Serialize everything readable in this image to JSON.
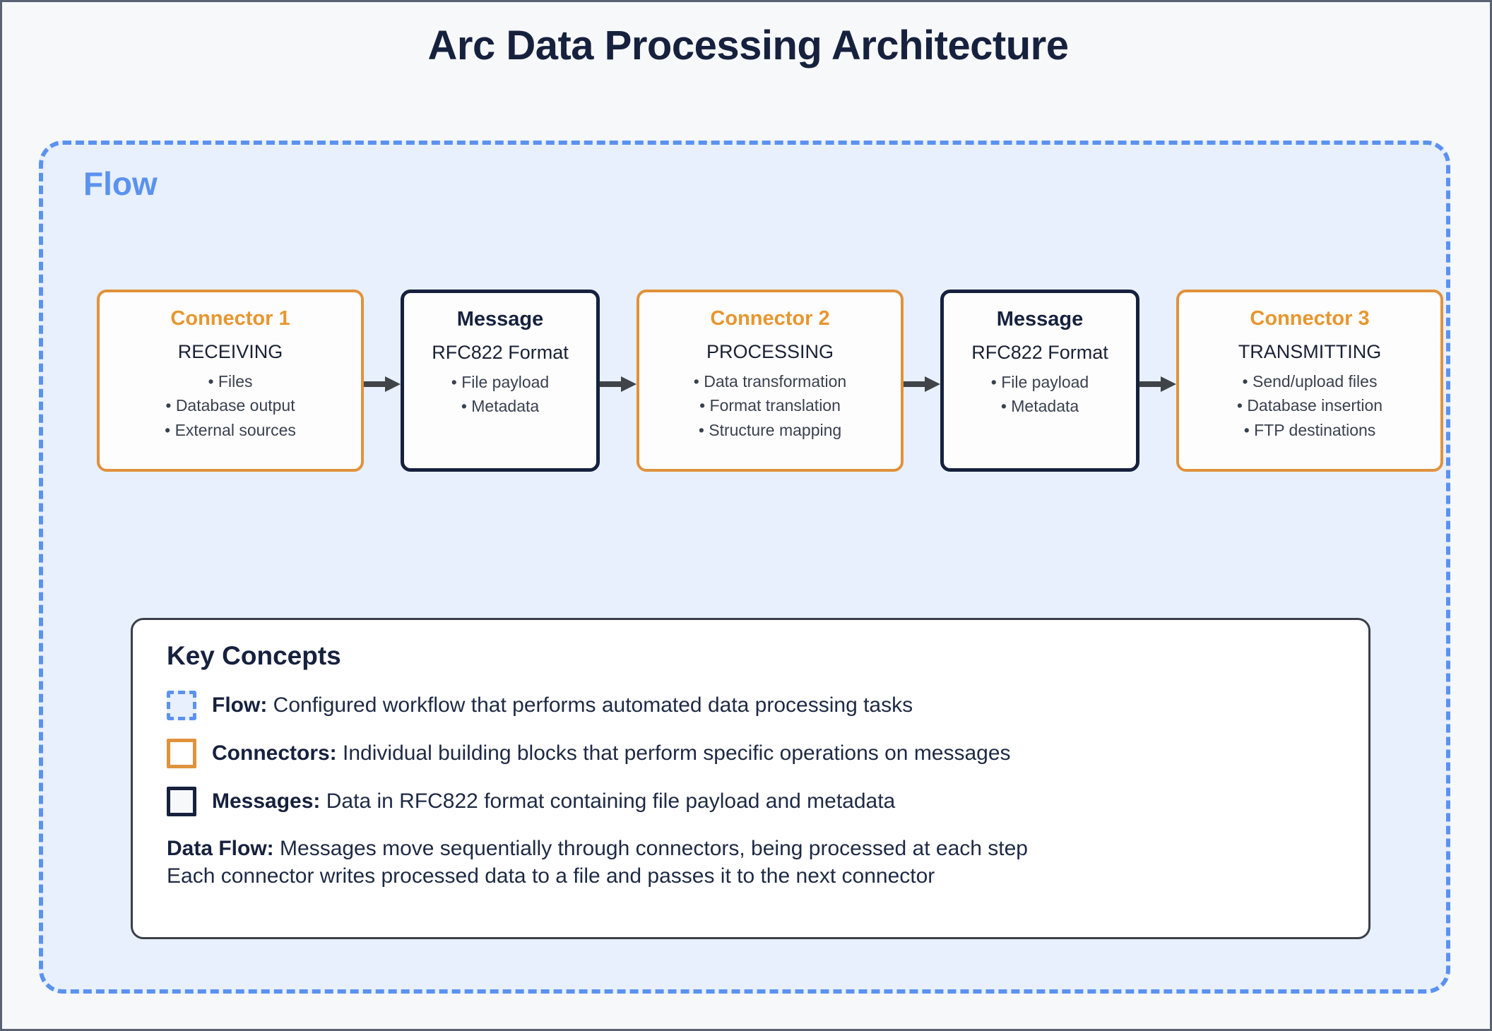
{
  "page": {
    "title": "Arc Data Processing Architecture",
    "background_color": "#f7f8fa",
    "border_color": "#5a6374",
    "title_color": "#16213e"
  },
  "flow": {
    "label": "Flow",
    "fill_color": "#e8f0fd",
    "border_color": "#5b92f0",
    "label_color": "#5b92f0"
  },
  "colors": {
    "connector_border": "#e0923c",
    "connector_title": "#e8962f",
    "message_border": "#16213e",
    "message_title": "#16213e",
    "arrow": "#404448",
    "body_text": "#394150"
  },
  "pipeline": {
    "nodes": [
      {
        "kind": "connector",
        "title": "Connector 1",
        "subtitle": "RECEIVING",
        "bullets": [
          "• Files",
          "• Database output",
          "• External sources"
        ]
      },
      {
        "kind": "message",
        "title": "Message",
        "subtitle": "RFC822 Format",
        "bullets": [
          "• File payload",
          "• Metadata"
        ]
      },
      {
        "kind": "connector",
        "title": "Connector 2",
        "subtitle": "PROCESSING",
        "bullets": [
          "• Data transformation",
          "• Format translation",
          "• Structure mapping"
        ]
      },
      {
        "kind": "message",
        "title": "Message",
        "subtitle": "RFC822 Format",
        "bullets": [
          "• File payload",
          "• Metadata"
        ]
      },
      {
        "kind": "connector",
        "title": "Connector 3",
        "subtitle": "TRANSMITTING",
        "bullets": [
          "• Send/upload files",
          "• Database insertion",
          "• FTP destinations"
        ]
      }
    ]
  },
  "key_concepts": {
    "title": "Key Concepts",
    "items": [
      {
        "swatch": "flow",
        "term": "Flow:",
        "description": "Configured workflow that performs automated data processing tasks"
      },
      {
        "swatch": "connector",
        "term": "Connectors:",
        "description": "Individual building blocks that perform specific operations on messages"
      },
      {
        "swatch": "message",
        "term": "Messages:",
        "description": "Data in RFC822 format containing file payload and metadata"
      }
    ],
    "data_flow": {
      "term": "Data Flow:",
      "line1": "Messages move sequentially through connectors, being processed at each step",
      "line2": "Each connector writes processed data to a file and passes it to the next connector"
    }
  }
}
